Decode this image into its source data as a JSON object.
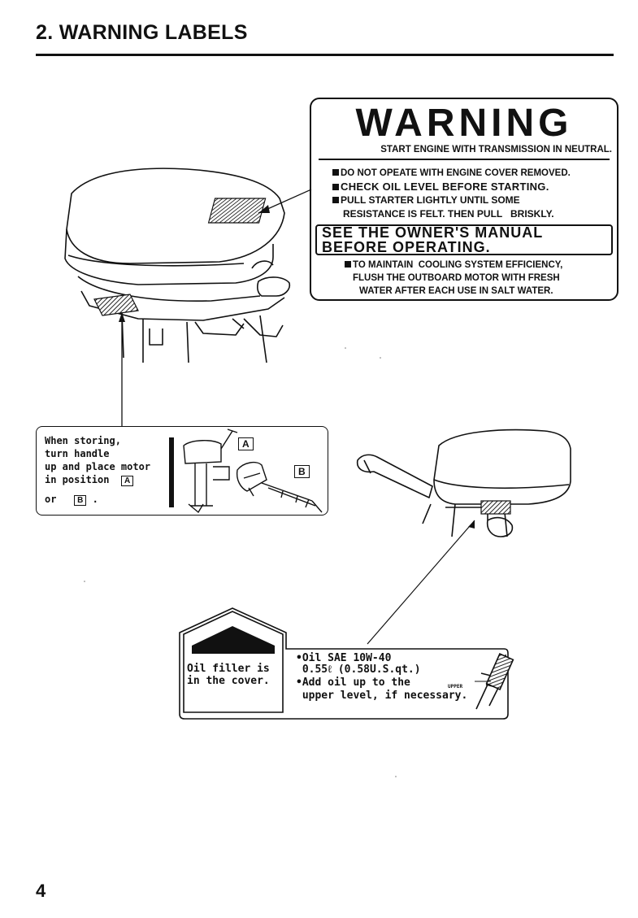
{
  "header": {
    "title": "2. WARNING LABELS"
  },
  "warning_label": {
    "heading": "WARNING",
    "subheading": "START ENGINE WITH TRANSMISSION IN NEUTRAL.",
    "items": [
      "DO NOT OPEATE WITH ENGINE COVER REMOVED.",
      "CHECK OIL LEVEL BEFORE STARTING.",
      "PULL STARTER LIGHTLY UNTIL SOME",
      "RESISTANCE IS FELT. THEN PULL   BRISKLY."
    ],
    "manual_lines": [
      "SEE THE OWNER'S MANUAL",
      "BEFORE OPERATING."
    ],
    "maintenance_lines": [
      "TO MAINTAIN  COOLING SYSTEM EFFICIENCY,",
      "FLUSH THE OUTBOARD MOTOR WITH FRESH",
      "WATER AFTER EACH USE IN SALT WATER."
    ]
  },
  "storing_label": {
    "lines": [
      "When storing,",
      "turn handle",
      "up and place motor",
      "in position",
      "or"
    ],
    "position_a": "A",
    "position_b": "B",
    "suffix": "."
  },
  "oil_label": {
    "filler_lines": [
      "Oil filler is",
      "in the cover."
    ],
    "spec_lines": [
      "•Oil SAE 10W-40",
      " 0.55ℓ (0.58U.S.qt.)",
      "•Add oil up to the",
      " upper level, if necessary."
    ],
    "upper_mark": "UPPER"
  },
  "footer": {
    "page_number": "4"
  }
}
